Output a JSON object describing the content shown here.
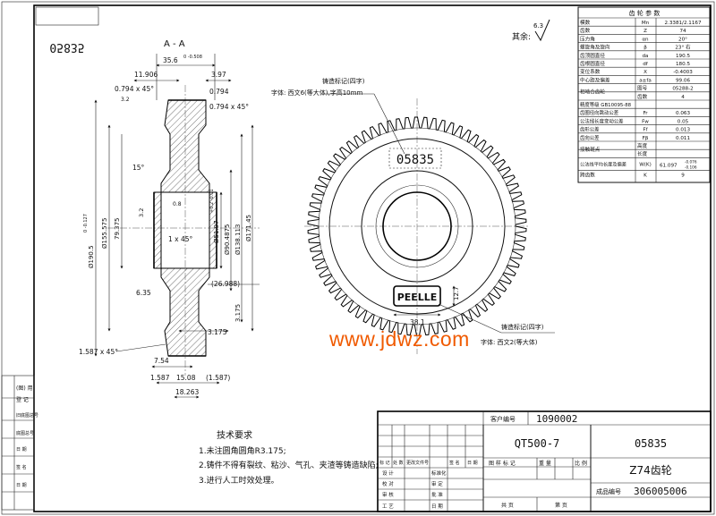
{
  "drawing": {
    "mirror_number": "05835",
    "section_label": "A - A",
    "roughness_other": "其余:",
    "roughness_value": "6.3",
    "watermark": "www.jdwz.com"
  },
  "params_table": {
    "header": "齿 轮 参 数",
    "rows": [
      {
        "name": "模数",
        "sym": "Mn",
        "val": "2.3381/2.1167"
      },
      {
        "name": "齿数",
        "sym": "Z",
        "val": "74"
      },
      {
        "name": "压力角",
        "sym": "αn",
        "val": "20°"
      },
      {
        "name": "螺旋角及旋向",
        "sym": "β",
        "val": "23° 右"
      },
      {
        "name": "齿顶圆直径",
        "sym": "da",
        "val": "190.5"
      },
      {
        "name": "齿根圆直径",
        "sym": "df",
        "val": "180.5"
      },
      {
        "name": "变位系数",
        "sym": "X",
        "val": "-0.4003"
      },
      {
        "name": "中心距及偏差",
        "sym": "a±fa",
        "val": "99.06"
      }
    ],
    "mate_label": "相啮合齿轮",
    "mate_rows": [
      {
        "sym": "图号",
        "val": "05288-2"
      },
      {
        "sym": "齿数",
        "val": "4"
      }
    ],
    "accuracy": "精度等级 GB10095-88",
    "tol_rows": [
      {
        "name": "齿圈径向跳动公差",
        "sym": "Fr",
        "val": "0.063"
      },
      {
        "name": "公法线长度变动公差",
        "sym": "Fw",
        "val": "0.05"
      },
      {
        "name": "齿形公差",
        "sym": "Ff",
        "val": "0.013"
      },
      {
        "name": "齿向公差",
        "sym": "Fβ",
        "val": "0.011"
      }
    ],
    "contact_label": "接触斑点",
    "contact_rows": [
      "高度",
      "长度"
    ],
    "wk_name": "公法线平均长度及偏差",
    "wk_sym": "W(K)",
    "wk_val": "61.097",
    "wk_tol_up": "-0.076",
    "wk_tol_low": "-0.106",
    "span_name": "跨齿数",
    "span_sym": "K",
    "span_val": "9"
  },
  "dims": {
    "d35_6": "35.6",
    "d35_6_tol": "0\n-0.508",
    "d11_906": "11.906",
    "d3_97": "3.97",
    "d0_794a": "0.794 x 45°",
    "d0_794b": "0.794",
    "d0_794c": "0.794 x 45°",
    "d3_2": "3.2",
    "d15": "15°",
    "d0_8": "0.8",
    "d3_2b": "3.2",
    "d1x45": "1 x 45°",
    "d190_5": "Ø190.5",
    "d190_tol": "0 -0.127",
    "d155": "Ø155.575",
    "d79": "79.375",
    "d51": "Ø51.97",
    "d51_tol": "+0.2 -0.01",
    "d90": "Ø90.4875",
    "d138": "Ø138.113",
    "d171": "Ø171.45",
    "d6_35": "6.35",
    "d26": "(26.988)",
    "d3_175a": "3.175",
    "d3_175b": "3.175",
    "d1_587x45": "1.587 x 45°",
    "d7_54": "7.54",
    "d1_587": "1.587",
    "d15_08": "15.08",
    "d1_587p": "(1.587)",
    "d18_263": "18.263"
  },
  "gear_view": {
    "cast_text": "05835",
    "peelle": "PEELLE",
    "peelle_height": "12.7",
    "peelle_width": "38.1",
    "note1_title": "铸造标记(四字)",
    "note1_text": "字体: 西文6(等大体),字高10mm",
    "note2_title": "铸造标记(四字)",
    "note2_text": "字体: 西文2(等大体)"
  },
  "tech_req": {
    "title": "技术要求",
    "items": [
      "1.未注圆角圆角R3.175;",
      "2.铸件不得有裂纹、粘沙、气孔、夹渣等铸造缺陷;",
      "3.进行人工时效处理。"
    ]
  },
  "title_block": {
    "customer_label": "客户编号",
    "customer_no": "1090002",
    "material": "QT500-7",
    "drawing_no": "05835",
    "part_name": "Z74齿轮",
    "product_label": "成品编号",
    "product_no": "306005006",
    "rev_headers": [
      "标 记",
      "处 数",
      "更改文件号",
      "签 名",
      "日 期"
    ],
    "role_labels": [
      "设 计",
      "校 对",
      "审 核",
      "工 艺"
    ],
    "std_labels": [
      "标准化",
      "审 定",
      "批 准",
      "日 期"
    ],
    "stage_labels": [
      "图 样 标 记",
      "重 量",
      "比 例"
    ],
    "sheet_labels": [
      "共 页",
      "第 页"
    ]
  },
  "side_strip": [
    "(图) 用",
    "登 记",
    "旧底图总号",
    "底图总号",
    "日 期",
    "签 名",
    "日 期"
  ]
}
